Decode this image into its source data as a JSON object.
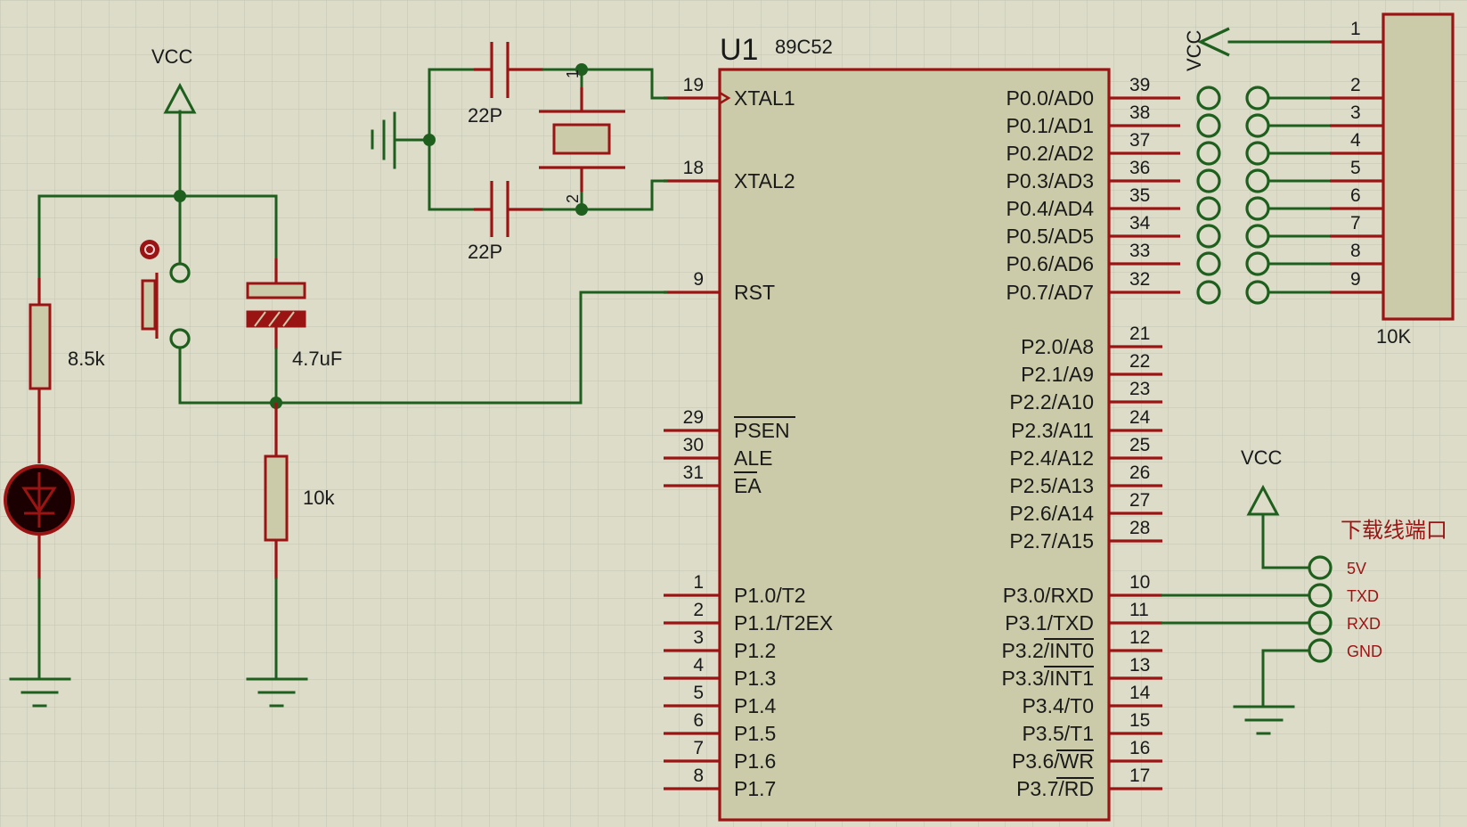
{
  "mcu": {
    "ref": "U1",
    "part": "89C52",
    "left_pins": [
      {
        "num": "19",
        "label": "XTAL1"
      },
      {
        "num": "18",
        "label": "XTAL2"
      },
      {
        "num": "9",
        "label": "RST"
      },
      {
        "num": "29",
        "label": "PSEN"
      },
      {
        "num": "30",
        "label": "ALE"
      },
      {
        "num": "31",
        "label": "EA"
      },
      {
        "num": "1",
        "label": "P1.0/T2"
      },
      {
        "num": "2",
        "label": "P1.1/T2EX"
      },
      {
        "num": "3",
        "label": "P1.2"
      },
      {
        "num": "4",
        "label": "P1.3"
      },
      {
        "num": "5",
        "label": "P1.4"
      },
      {
        "num": "6",
        "label": "P1.5"
      },
      {
        "num": "7",
        "label": "P1.6"
      },
      {
        "num": "8",
        "label": "P1.7"
      }
    ],
    "right_pins": [
      {
        "num": "39",
        "label": "P0.0/AD0"
      },
      {
        "num": "38",
        "label": "P0.1/AD1"
      },
      {
        "num": "37",
        "label": "P0.2/AD2"
      },
      {
        "num": "36",
        "label": "P0.3/AD3"
      },
      {
        "num": "35",
        "label": "P0.4/AD4"
      },
      {
        "num": "34",
        "label": "P0.5/AD5"
      },
      {
        "num": "33",
        "label": "P0.6/AD6"
      },
      {
        "num": "32",
        "label": "P0.7/AD7"
      },
      {
        "num": "21",
        "label": "P2.0/A8"
      },
      {
        "num": "22",
        "label": "P2.1/A9"
      },
      {
        "num": "23",
        "label": "P2.2/A10"
      },
      {
        "num": "24",
        "label": "P2.3/A11"
      },
      {
        "num": "25",
        "label": "P2.4/A12"
      },
      {
        "num": "26",
        "label": "P2.5/A13"
      },
      {
        "num": "27",
        "label": "P2.6/A14"
      },
      {
        "num": "28",
        "label": "P2.7/A15"
      },
      {
        "num": "10",
        "label": "P3.0/RXD"
      },
      {
        "num": "11",
        "label": "P3.1/TXD"
      },
      {
        "num": "12",
        "label": "P3.2/INT0"
      },
      {
        "num": "13",
        "label": "P3.3/INT1"
      },
      {
        "num": "14",
        "label": "P3.4/T0"
      },
      {
        "num": "15",
        "label": "P3.5/T1"
      },
      {
        "num": "16",
        "label": "P3.6/WR"
      },
      {
        "num": "17",
        "label": "P3.7/RD"
      }
    ]
  },
  "labels": {
    "vcc_top_left": "VCC",
    "vcc_top_right": "VCC",
    "vcc_download": "VCC",
    "cap1": "22P",
    "cap2": "22P",
    "crystal_pin1": "1",
    "crystal_pin2": "2",
    "r_led": "8.5k",
    "cap_reset": "4.7uF",
    "r_reset": "10k",
    "rpack": "10K",
    "download_port": "下载线端口"
  },
  "rpack_pins": [
    "1",
    "2",
    "3",
    "4",
    "5",
    "6",
    "7",
    "8",
    "9"
  ],
  "download_pins": [
    "5V",
    "TXD",
    "RXD",
    "GND"
  ],
  "colors": {
    "background": "#dcdcc9",
    "wire": "#1e5f1e",
    "pin": "#9b1414",
    "body": "#cbcbaa"
  }
}
